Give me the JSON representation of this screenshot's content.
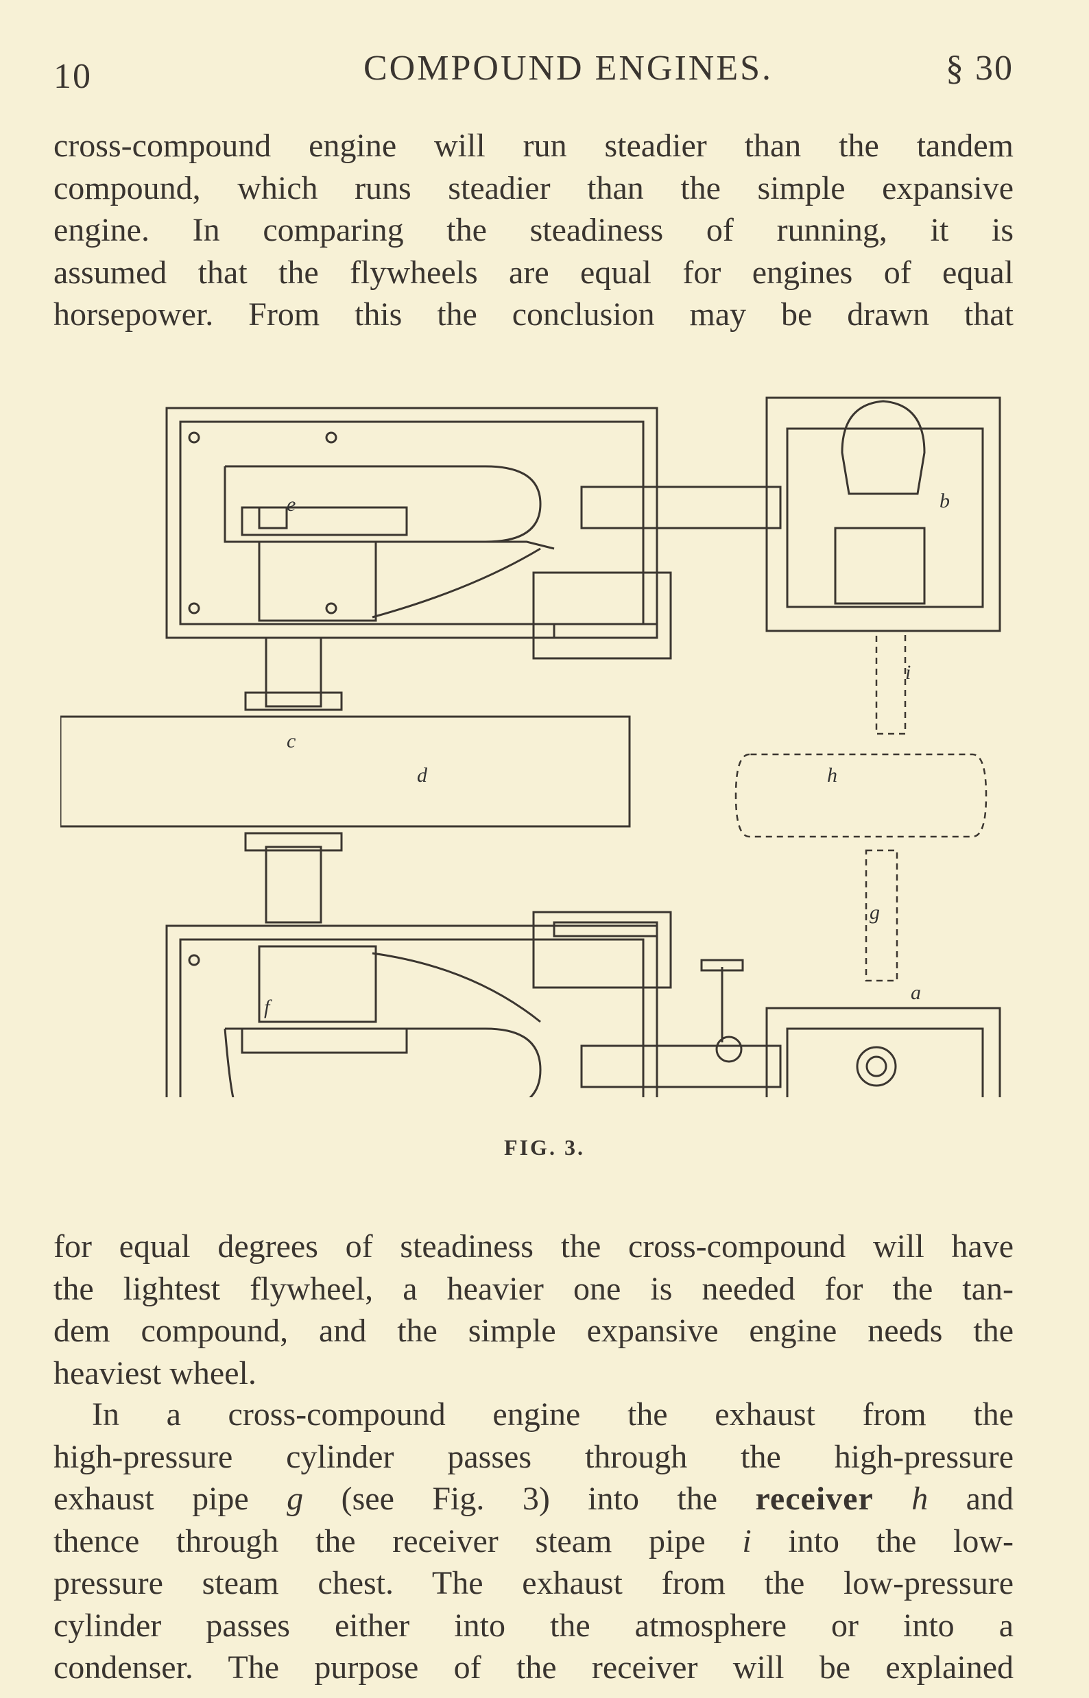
{
  "header": {
    "page_number": "10",
    "title": "COMPOUND ENGINES.",
    "section": "§ 30"
  },
  "para1": [
    "cross-compound engine will run steadier than the tandem",
    "compound, which runs steadier than the simple expansive",
    "engine. In comparing the steadiness of running, it is",
    "assumed that the flywheels are equal for engines of equal",
    "horsepower. From this the conclusion may be drawn that"
  ],
  "figure": {
    "caption": "FIG. 3.",
    "labels": {
      "a": "a",
      "b": "b",
      "c": "c",
      "d": "d",
      "e": "e",
      "f": "f",
      "g": "g",
      "h": "h",
      "i": "i"
    }
  },
  "para2": [
    "for equal degrees of steadiness the cross-compound will have",
    "the lightest flywheel, a heavier one is needed for the tan-",
    "dem compound, and the simple expansive engine needs the",
    "heaviest wheel."
  ],
  "para3": {
    "l1": "In a cross-compound engine the exhaust from the",
    "l2": "high-pressure cylinder passes through the high-pressure",
    "l3a": "exhaust pipe ",
    "l3g": "g",
    "l3b": " (see Fig. 3) into the ",
    "l3r": "receiver",
    "l3c": " ",
    "l3h": "h",
    "l3d": " and",
    "l4a": "thence through the receiver steam pipe ",
    "l4i": "i",
    "l4b": " into the low-",
    "l5": "pressure steam chest. The exhaust from the low-pressure",
    "l6": "cylinder passes either into the atmosphere or into a",
    "l7": "condenser. The purpose of the receiver will be explained"
  }
}
